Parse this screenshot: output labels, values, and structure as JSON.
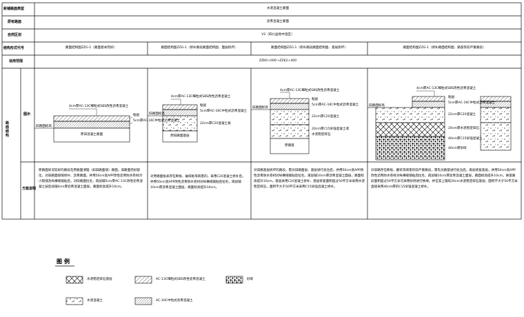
{
  "table": {
    "row1": {
      "label": "新铺路面类型",
      "value": "水泥混凝土路面"
    },
    "row2": {
      "label": "原有路面",
      "value": "沥青混凝土路面"
    },
    "row3": {
      "label": "自然区划",
      "value": "V2（四川盆地中湿区）"
    },
    "row4": {
      "label": "结构形式代号",
      "cols": [
        "路面结构图ZZG-1（路面基本完好）",
        "路面结构图ZZG-1（修补路段路面结构图、面层损坏）",
        "路面结构图ZZG-1（修补路段路面结构图、基层损坏）",
        "路面结构图ZZG-1（修补路面结构图、路基等较严重路段）"
      ]
    },
    "row5": {
      "label": "适用范围",
      "value": "ZZK0+000～ZZK2+400"
    },
    "section_label": "路面结构",
    "sub_diagram": "图示",
    "sub_plan": "方案说明",
    "plans": [
      "原路面状况较好的路段在原路面清理（如旧路面病）路面，旧路面完好部位，对旧路面接缝修补、沥青路面，并用50cm宽APP改性沥青防水卷材对小裂缝及纵横缝铺贴后，对旧路面拉毛，再加铺5cm厚AC-13C改性沥青混凝土层后加铺4cm厚沥青混凝土面层，路面标高提升10cm。",
      "对原路面板表存在断板、破碎板等病害的，采用C20混凝土修补后，并用50cm宽APP改性沥青防水卷材对纵横缝铺贴后拉毛，再加铺10cm厚沥青混凝土面层，路面标高提升10cm。",
      "对旧路基层损坏的路段，需对旧路面层、基层进行处治后，并用50cm宽APP改性沥青防水卷材对纵横缝铺贴后拉毛，再加铺10cm厚沥青混凝土面层，路面标高提升10cm。基层采用C20混凝土修补，基层修复面积超过50平方米采用水泥稳定碎石，面积不大于50平方米采用C15早强混凝土修补。",
      "对旧路存在断板、翻浆等病害的较严重路段，需先对路基进行处治后，再加修复基层，并用50cm宽APP改性沥青防水卷材对纵横缝铺贴后拉毛，再加铺10cm厚沥青混凝土面层，路面标高提升10cm。换基路段面积超过50平方米可采用砂砾进行换填，并在其上铺筑20cm水泥稳定碎石基层；面积不大于50平方米直接采用40cm厚的C15早强混凝土修补。"
    ]
  },
  "diagrams": {
    "d1": {
      "top_label": "4cm厚AC-13C细粒式SBS改性沥青混凝土",
      "side_label": "旧路面标高",
      "layer_labels": [
        "粘层",
        "5cm厚AC-16C中粒式沥青混凝土"
      ],
      "base_label": "原旧混凝土路面"
    },
    "d2": {
      "top_label": "4cm厚AC-13C细粒式SBS改性沥青混凝土",
      "side_label": "旧路面标高",
      "layer_labels": [
        "粘层",
        "5cm厚AC-16C中粒式沥青混凝土",
        "22cm厚C20混凝土板"
      ],
      "base_label": "原旧路面基层"
    },
    "d3": {
      "top_label": "4cm厚AC-13C细粒式SBS改性沥青混凝土",
      "side_label": "旧路面标高",
      "layer_labels": [
        "粘层",
        "5cm厚AC-16C中粒式沥青混凝土",
        "22cm厚C20混凝土",
        "20cm厚C15早强混凝土或",
        "水泥稳定碎石"
      ],
      "base_label": "原路基"
    },
    "d4": {
      "top_label": "4cm厚AC-13C细粒式SBS改性沥青混凝土",
      "side_label": "旧路面标高",
      "layer_labels": [
        "粘层",
        "5cm厚AC-16C中粒式沥青混凝土",
        "22cm厚C20混凝土",
        "20cm厚水泥稳定碎石",
        "40cm厚C15早强混凝土",
        "40cm厚砂砾"
      ]
    }
  },
  "legend": {
    "title": "图例",
    "items": [
      {
        "icon": "cement-stabilized-gravel-pattern",
        "label": "水泥稳定碎石基层"
      },
      {
        "icon": "ac13c-hatch-pattern",
        "label": "AC-13C细粒式SBS改性沥青混凝土"
      },
      {
        "icon": "sand-gravel-pattern",
        "label": "砂砾"
      },
      {
        "icon": "cement-concrete-pattern",
        "label": "水泥混凝土"
      },
      {
        "icon": "ac16c-hatch-pattern",
        "label": "AC-16C中粒式沥青混凝土"
      }
    ]
  }
}
